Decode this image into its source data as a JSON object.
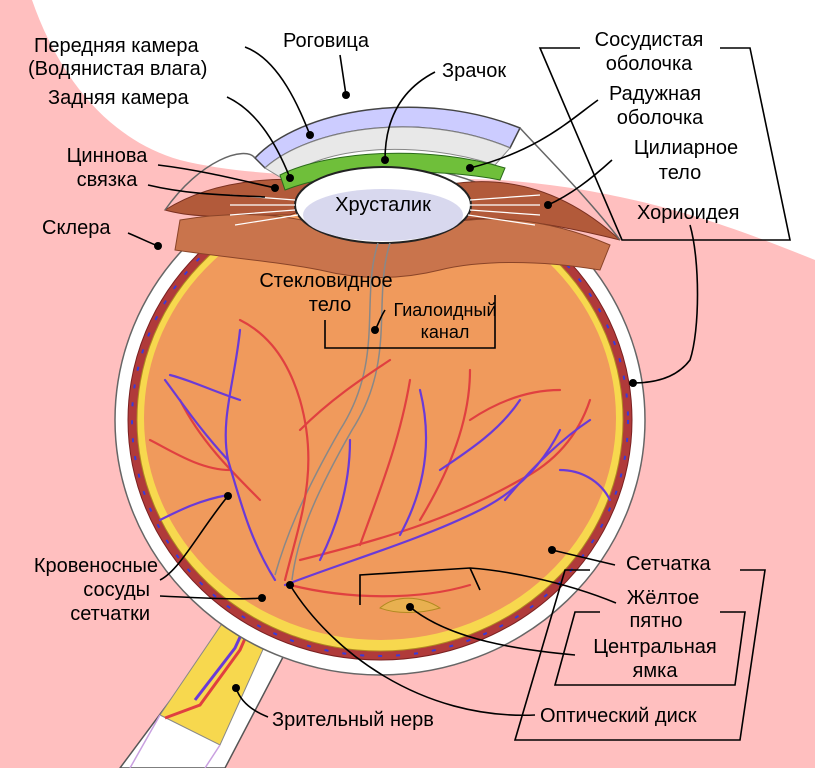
{
  "colors": {
    "background_skin": "#ffbfbf",
    "sclera": "#ffffff",
    "choroid": "#b03a3a",
    "retina": "#f7d84e",
    "vitreous": "#f09a5c",
    "ciliary": "#b25a3a",
    "iris": "#6fbf3a",
    "cornea": "#ccccff",
    "lens": "#ffffff",
    "artery": "#e04040",
    "vein": "#6a3ad8"
  },
  "labels": {
    "anterior_chamber": "Передняя камера",
    "aqueous_humour": "(Водянистая влага)",
    "cornea": "Роговица",
    "pupil": "Зрачок",
    "posterior_chamber": "Задняя камера",
    "choroid_layer_1": "Сосудистая",
    "choroid_layer_2": "оболочка",
    "iris_1": "Радужная",
    "iris_2": "оболочка",
    "zonule_1": "Циннова",
    "zonule_2": "связка",
    "ciliary_body_1": "Цилиарное",
    "ciliary_body_2": "тело",
    "lens": "Хрусталик",
    "sclera": "Склера",
    "choroidea": "Хориоидея",
    "vitreous_1": "Стекловидное",
    "vitreous_2": "тело",
    "hyaloid_1": "Гиалоидный",
    "hyaloid_2": "канал",
    "vessels_1": "Кровеносные",
    "vessels_2": "сосуды",
    "vessels_3": "сетчатки",
    "retina": "Сетчатка",
    "macula_1": "Жёлтое",
    "macula_2": "пятно",
    "fovea_1": "Центральная",
    "fovea_2": "ямка",
    "optic_disc": "Оптический диск",
    "optic_nerve": "Зрительный нерв"
  }
}
